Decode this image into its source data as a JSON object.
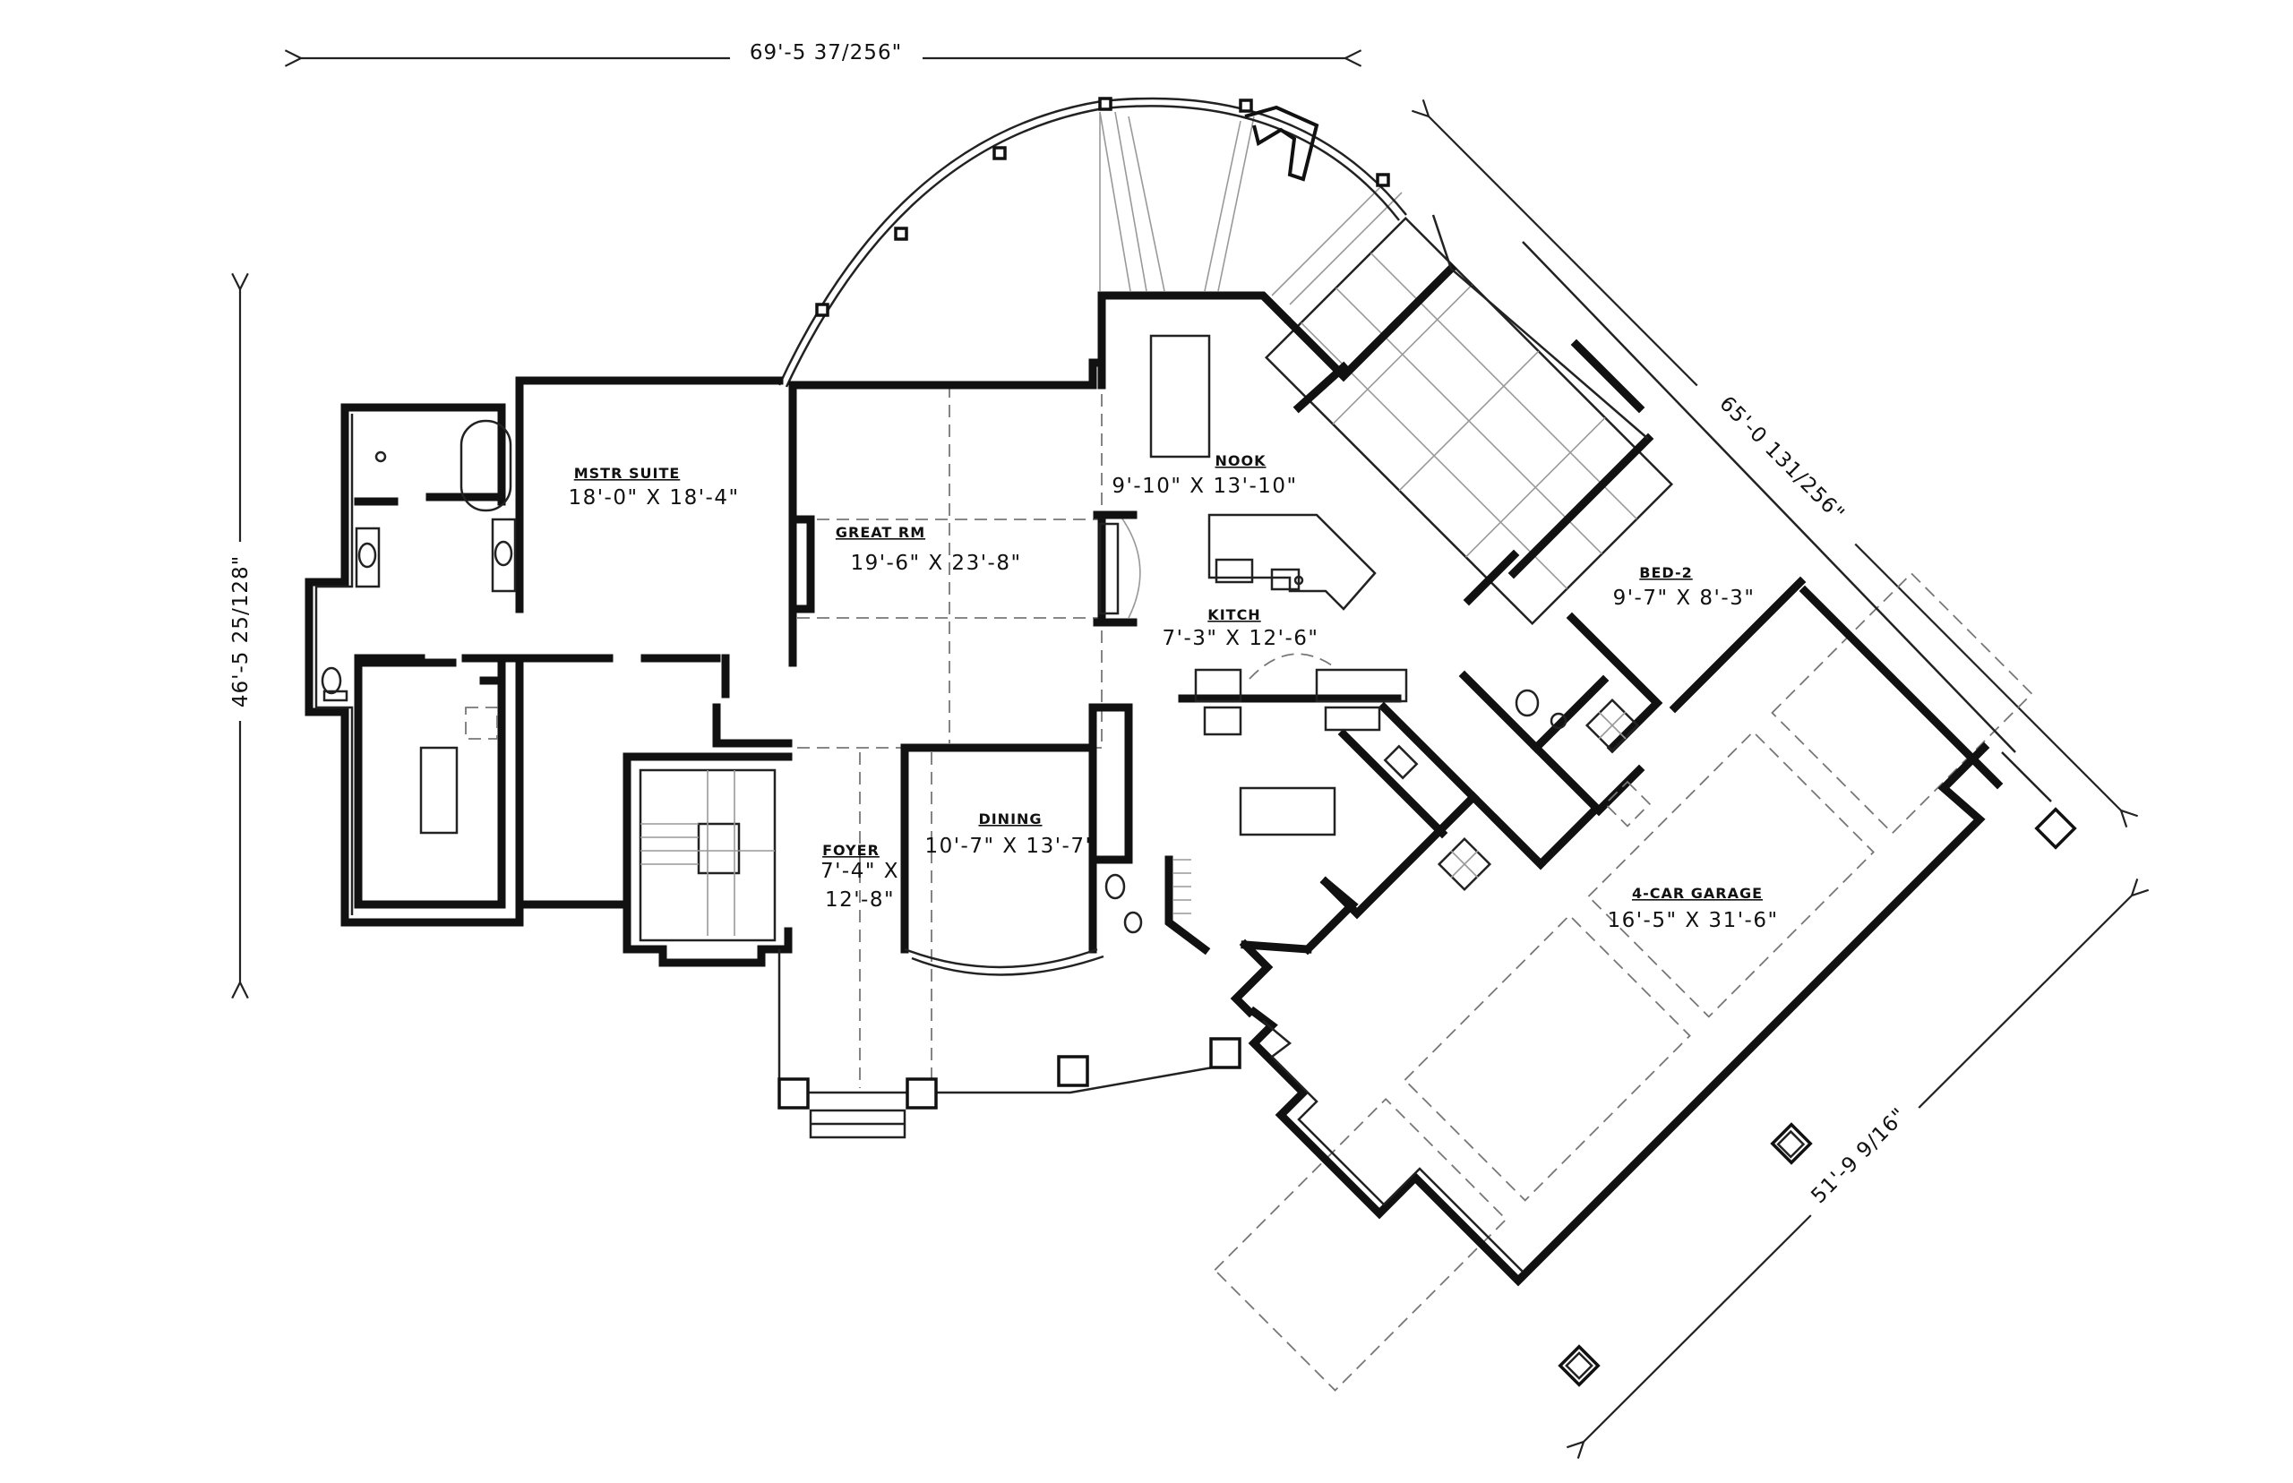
{
  "dimensions": {
    "top": "69'-5 37/256\"",
    "left": "46'-5 25/128\"",
    "right_upper": "65'-0 131/256\"",
    "right_lower": "51'-9 9/16\""
  },
  "rooms": {
    "master_suite": {
      "name": "MSTR SUITE",
      "size": "18'-0\" X 18'-4\""
    },
    "great_rm": {
      "name": "GREAT RM",
      "size": "19'-6\" X 23'-8\""
    },
    "nook": {
      "name": "NOOK",
      "size": "9'-10\" X 13'-10\""
    },
    "kitch": {
      "name": "KITCH",
      "size": "7'-3\" X 12'-6\""
    },
    "bed2": {
      "name": "BED-2",
      "size": "9'-7\" X 8'-3\""
    },
    "dining": {
      "name": "DINING",
      "size": "10'-7\" X 13'-7\""
    },
    "foyer": {
      "name": "FOYER",
      "size_line1": "7'-4\" X",
      "size_line2": "12'-8\""
    },
    "garage": {
      "name": "4-CAR GARAGE",
      "size": "16'-5\" X 31'-6\""
    }
  }
}
